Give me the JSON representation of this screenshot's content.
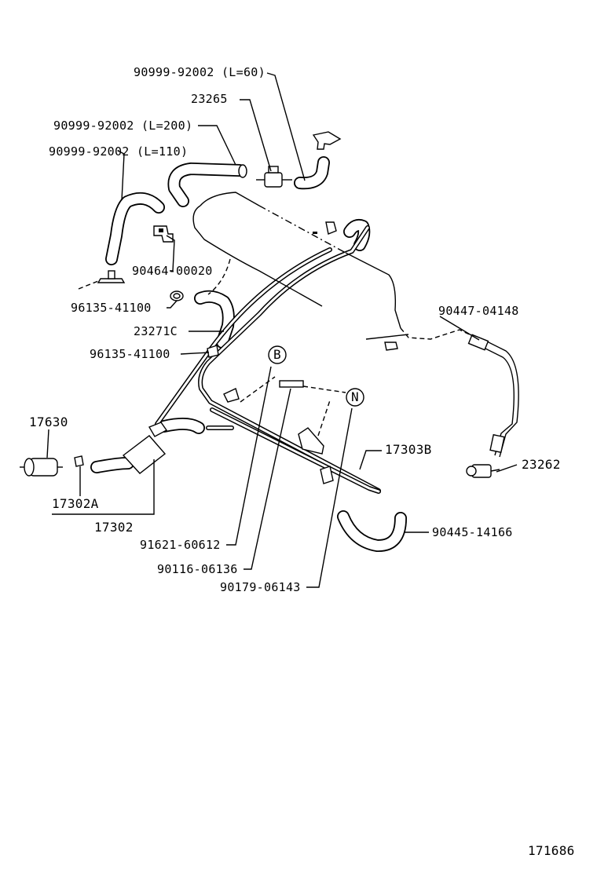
{
  "labels": {
    "hose_l60": "90999-92002 (L=60)",
    "valve_23265": "23265",
    "hose_l200": "90999-92002 (L=200)",
    "hose_l110": "90999-92002 (L=110)",
    "clip_90464": "90464-00020",
    "clamp_96135_a": "96135-41100",
    "hose_23271c": "23271C",
    "clamp_96135_b": "96135-41100",
    "hose_90447": "90447-04148",
    "vsv_17630": "17630",
    "pipe_17303b": "17303B",
    "sensor_23262": "23262",
    "clamp_17302a": "17302A",
    "pipe_17302": "17302",
    "hose_90445": "90445-14166",
    "bolt_91621": "91621-60612",
    "nut_90116": "90116-06136",
    "nut_90179": "90179-06143",
    "callout_b": "B",
    "callout_n": "N",
    "figure_number": "171686"
  }
}
